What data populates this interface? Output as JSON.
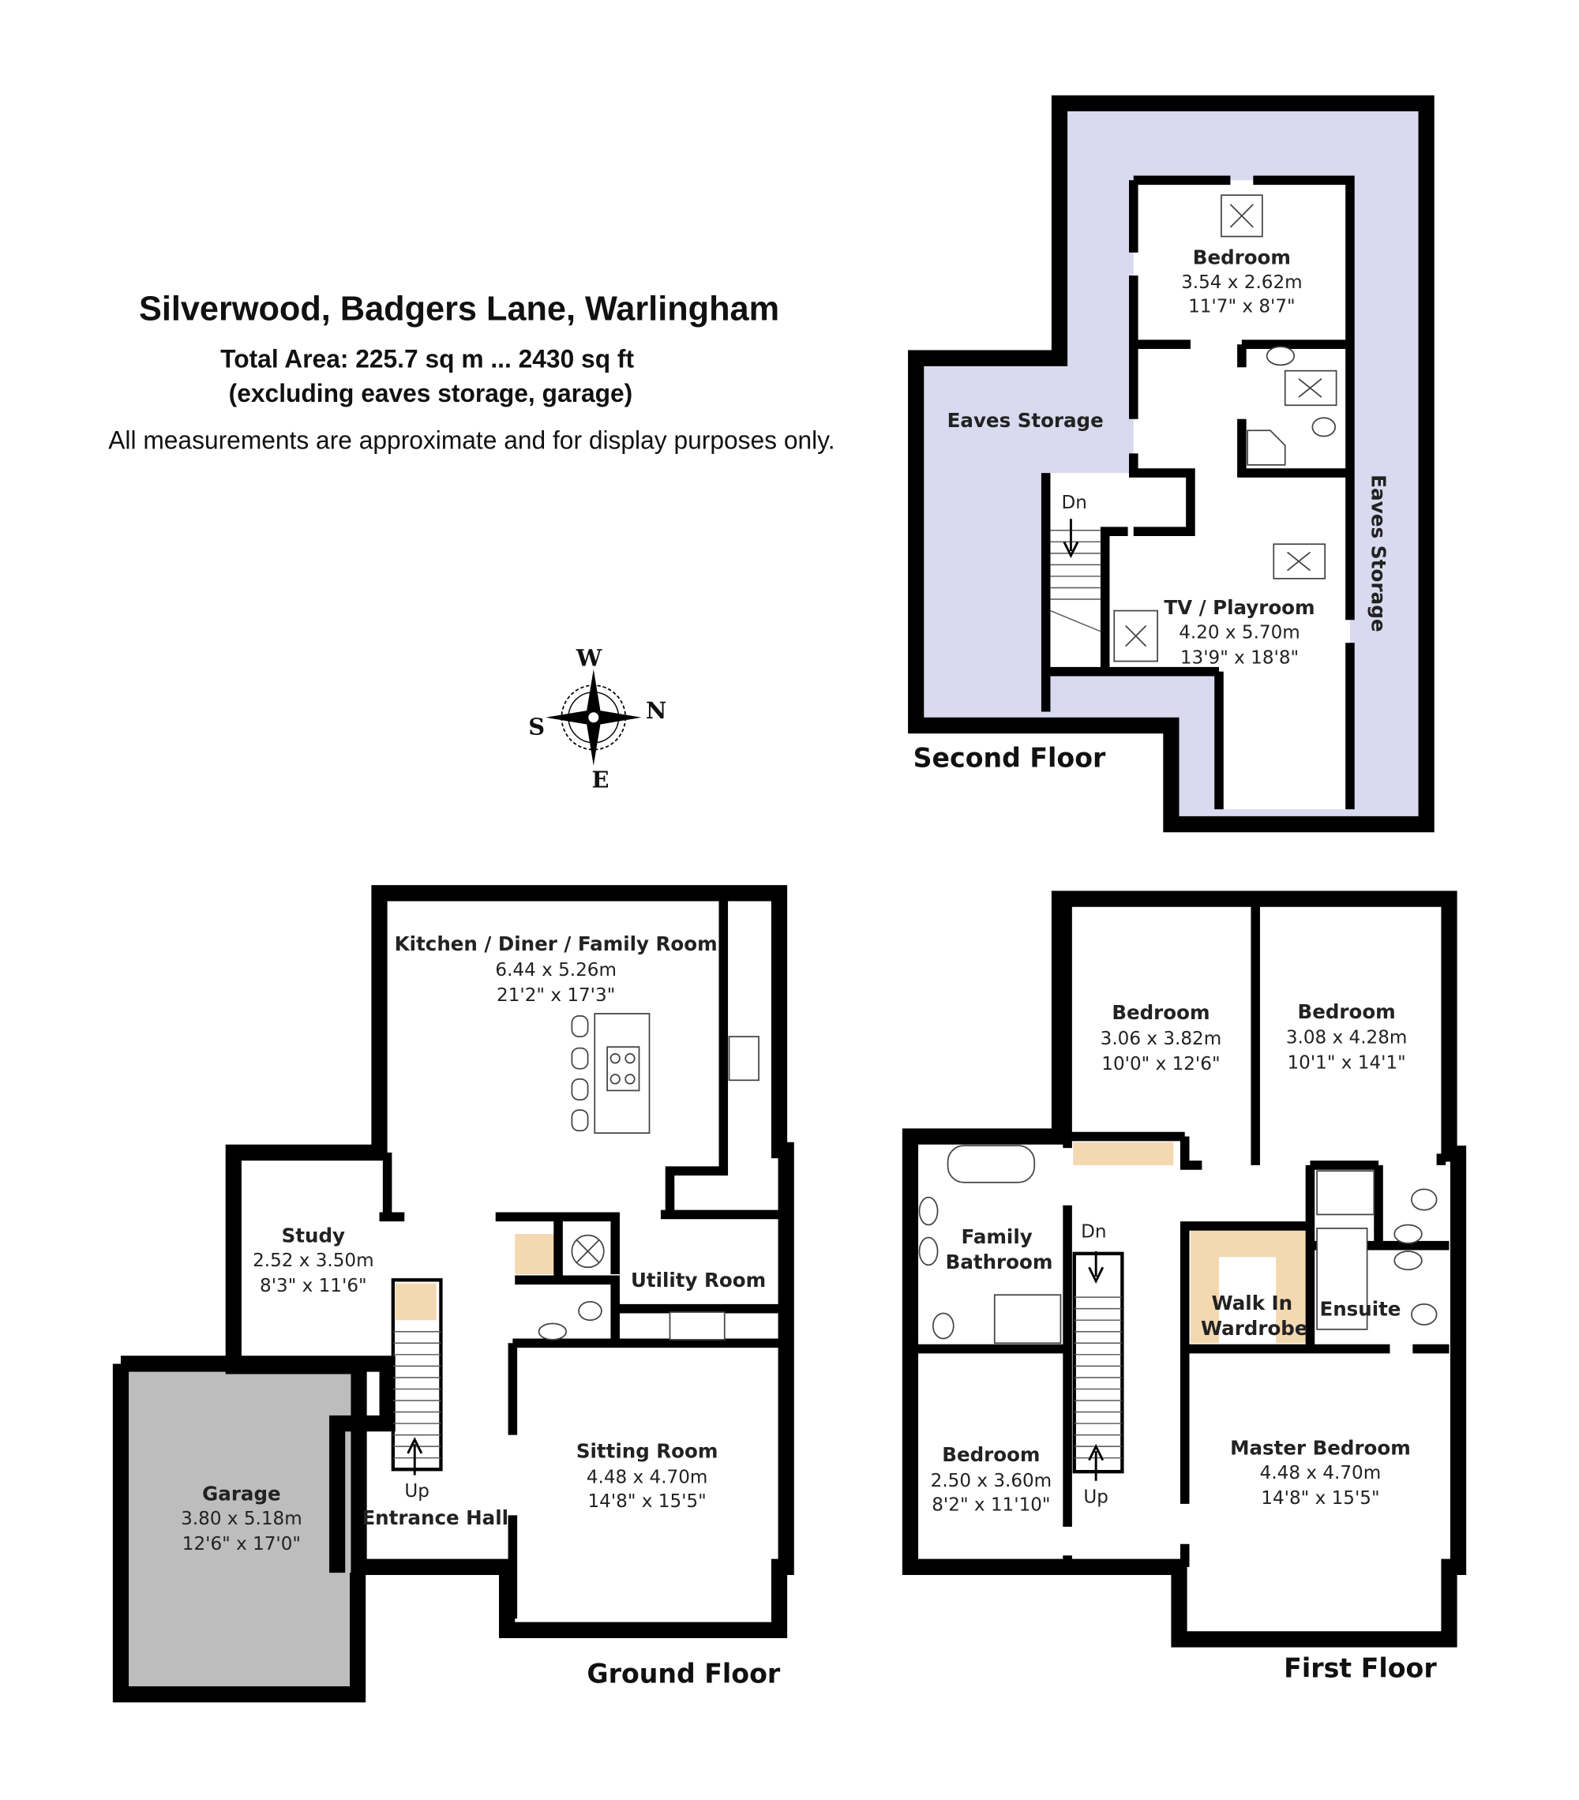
{
  "header": {
    "title": "Silverwood, Badgers Lane, Warlingham",
    "total_area": "Total Area: 225.7 sq m ... 2430 sq ft",
    "exclusion": "(excluding eaves storage, garage)",
    "disclaimer": "All measurements are approximate and for display purposes only."
  },
  "compass": {
    "w": "W",
    "n": "N",
    "s": "S",
    "e": "E"
  },
  "colors": {
    "eaves": "#d9d9ef",
    "garage": "#bdbdbd",
    "cupboard": "#f3d8b0",
    "wall": "#000000"
  },
  "second_floor": {
    "label": "Second Floor",
    "rooms": [
      {
        "name": "Bedroom",
        "metric": "3.54 x 2.62m",
        "imperial": "11'7\" x 8'7\""
      },
      {
        "name": "TV / Playroom",
        "metric": "4.20 x 5.70m",
        "imperial": "13'9\" x 18'8\""
      }
    ],
    "eaves_left": "Eaves Storage",
    "eaves_right": "Eaves Storage",
    "stairs": "Dn"
  },
  "ground_floor": {
    "label": "Ground Floor",
    "rooms": [
      {
        "name": "Kitchen / Diner / Family Room",
        "metric": "6.44 x 5.26m",
        "imperial": "21'2\" x 17'3\""
      },
      {
        "name": "Study",
        "metric": "2.52 x 3.50m",
        "imperial": "8'3\" x 11'6\""
      },
      {
        "name": "Utility Room"
      },
      {
        "name": "Garage",
        "metric": "3.80 x 5.18m",
        "imperial": "12'6\" x 17'0\""
      },
      {
        "name": "Entrance Hall"
      },
      {
        "name": "Sitting Room",
        "metric": "4.48 x 4.70m",
        "imperial": "14'8\" x 15'5\""
      }
    ],
    "stairs": "Up"
  },
  "first_floor": {
    "label": "First Floor",
    "rooms": [
      {
        "name": "Bedroom",
        "metric": "3.06 x 3.82m",
        "imperial": "10'0\" x 12'6\""
      },
      {
        "name": "Bedroom",
        "metric": "3.08 x 4.28m",
        "imperial": "10'1\" x 14'1\""
      },
      {
        "name": "Family",
        "name2": "Bathroom"
      },
      {
        "name": "Walk In",
        "name2": "Wardrobe"
      },
      {
        "name": "Ensuite"
      },
      {
        "name": "Bedroom",
        "metric": "2.50 x 3.60m",
        "imperial": "8'2\" x 11'10\""
      },
      {
        "name": "Master Bedroom",
        "metric": "4.48 x 4.70m",
        "imperial": "14'8\" x 15'5\""
      }
    ],
    "stairs_down": "Dn",
    "stairs_up": "Up"
  }
}
